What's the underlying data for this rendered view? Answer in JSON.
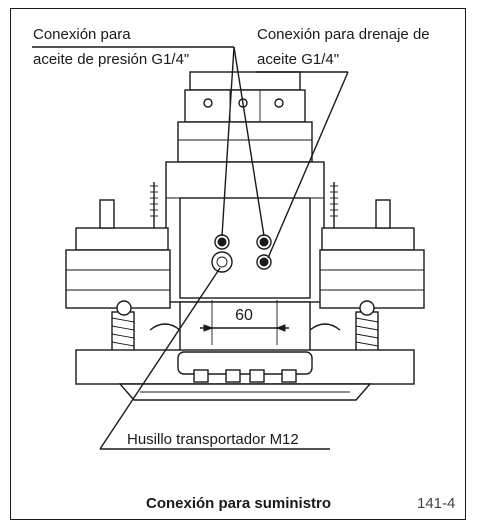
{
  "labels": {
    "pressure_oil_line1": "Conexión para",
    "pressure_oil_line2": "aceite de presión G1/4\"",
    "drain_oil_line1": "Conexión para drenaje de",
    "drain_oil_line2": "aceite G1/4\"",
    "transport_spindle": "Husillo transportador M12",
    "dimension_60": "60"
  },
  "caption": {
    "title": "Conexión para suministro",
    "figure_number": "141-4"
  },
  "colors": {
    "line": "#1a1a1a",
    "background": "#ffffff"
  }
}
